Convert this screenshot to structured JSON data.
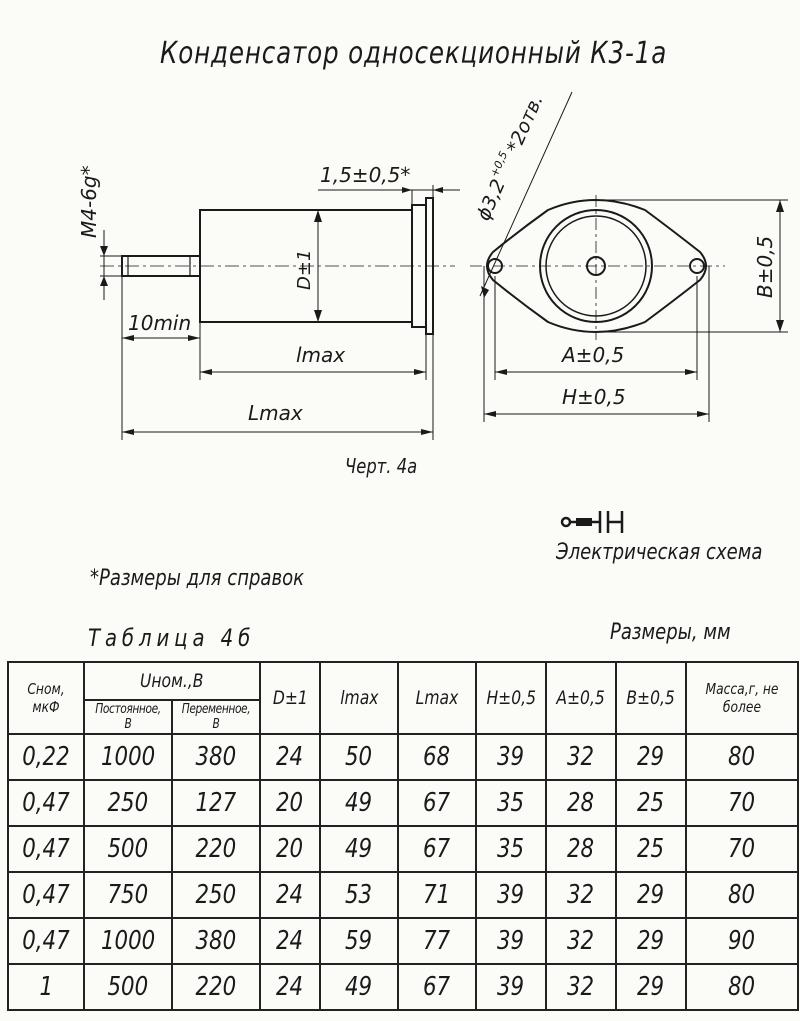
{
  "title": "Конденсатор односекционный К3-1а",
  "drawing": {
    "thread_label": "М4-6g*",
    "flange_dim": "1,5±0,5*",
    "diameter_dim": "D±1",
    "stud_len_dim": "10min",
    "body_len_dim": "lmax",
    "total_len_dim": "Lmax",
    "hole_dim_main": "ϕ3,2",
    "hole_dim_tol": "+0,5",
    "hole_dim_count": "*2отв.",
    "a_dim": "А±0,5",
    "h_dim": "Н±0,5",
    "b_dim": "В±0,5"
  },
  "figure_label": "Черт. 4а",
  "schema_label": "Электрическая схема",
  "reference_note": "*Размеры для справок",
  "table_caption": "Таблица 4б",
  "units_note": "Размеры, мм",
  "table": {
    "headers": {
      "cnom": "Cном, мкФ",
      "unom": "Uном.,В",
      "unom_dc": "Постоянное, В",
      "unom_ac": "Переменное, В",
      "d": "D±1",
      "lmax": "lmax",
      "Lmax": "Lmax",
      "h": "Н±0,5",
      "a": "А±0,5",
      "b": "В±0,5",
      "mass": "Масса,г, не более"
    },
    "rows": [
      [
        "0,22",
        "1000",
        "380",
        "24",
        "50",
        "68",
        "39",
        "32",
        "29",
        "80"
      ],
      [
        "0,47",
        "250",
        "127",
        "20",
        "49",
        "67",
        "35",
        "28",
        "25",
        "70"
      ],
      [
        "0,47",
        "500",
        "220",
        "20",
        "49",
        "67",
        "35",
        "28",
        "25",
        "70"
      ],
      [
        "0,47",
        "750",
        "250",
        "24",
        "53",
        "71",
        "39",
        "32",
        "29",
        "80"
      ],
      [
        "0,47",
        "1000",
        "380",
        "24",
        "59",
        "77",
        "39",
        "32",
        "29",
        "90"
      ],
      [
        "1",
        "500",
        "220",
        "24",
        "49",
        "67",
        "39",
        "32",
        "29",
        "80"
      ]
    ]
  }
}
